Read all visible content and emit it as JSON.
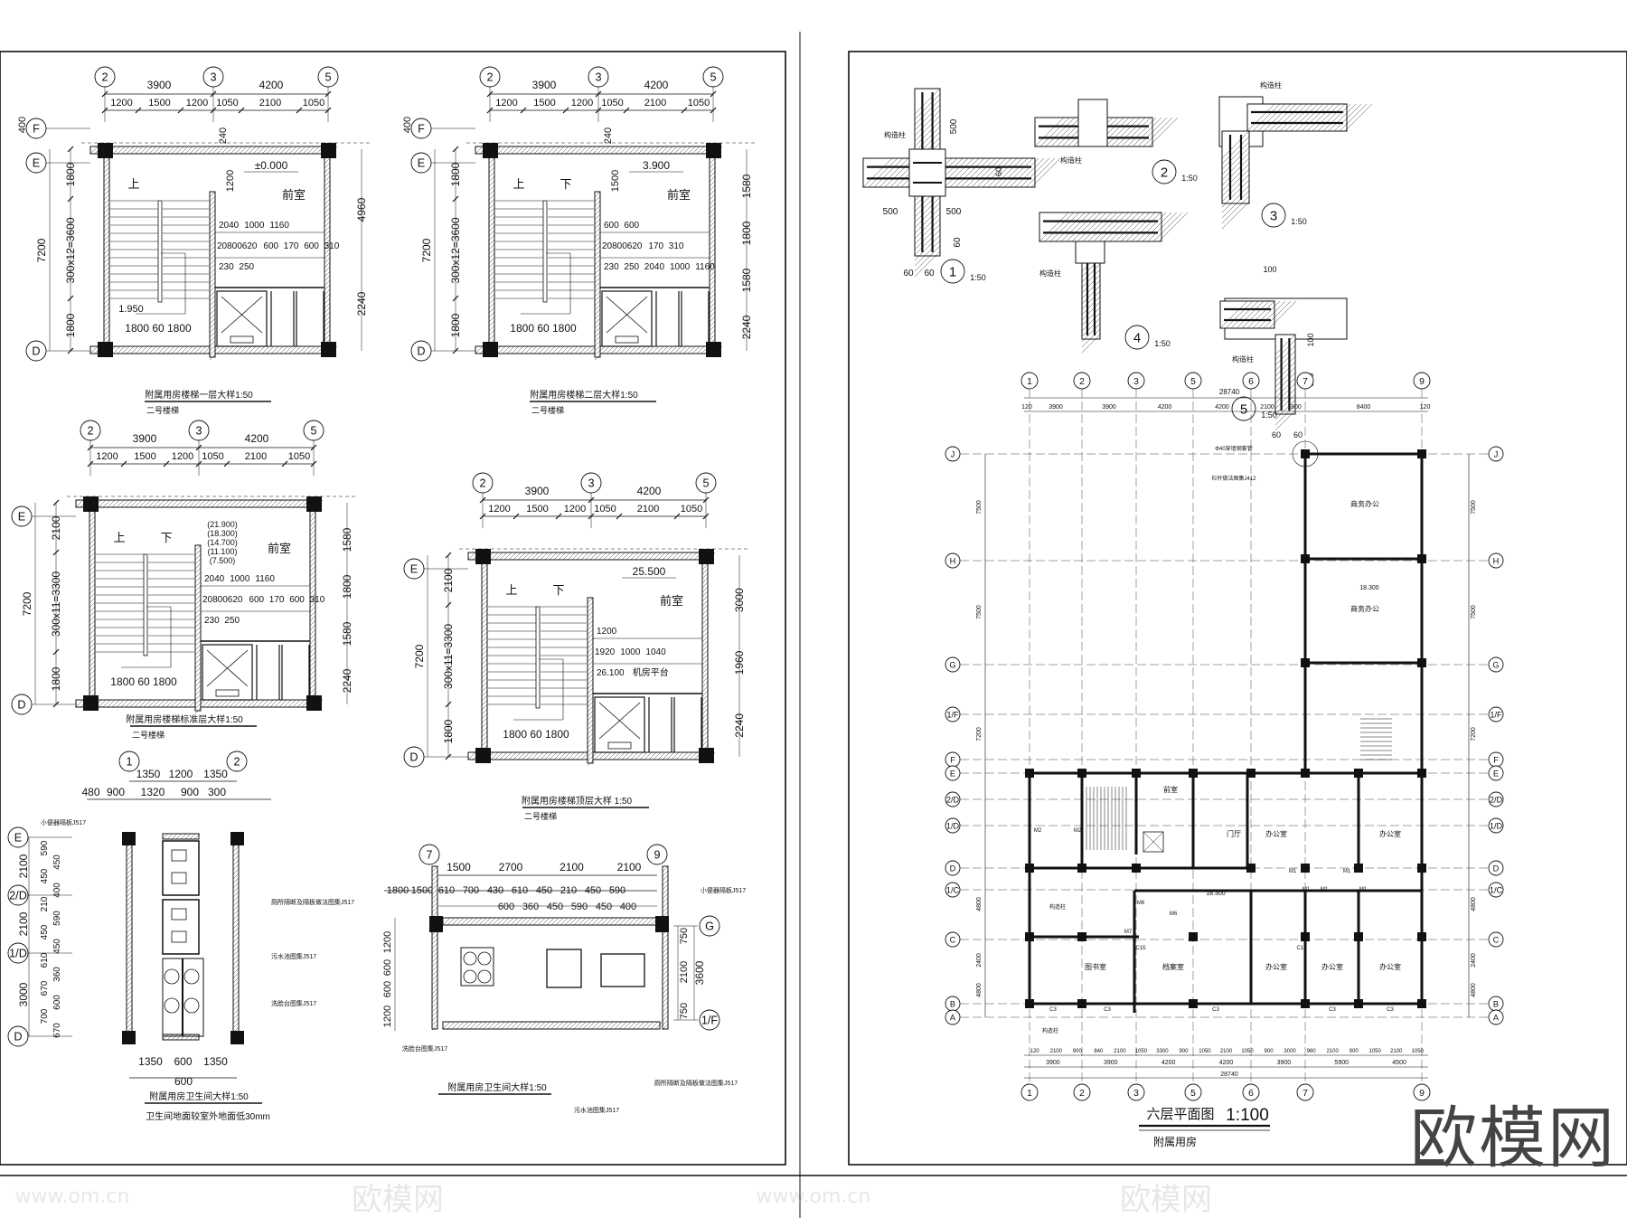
{
  "watermark": {
    "text": "欧模网",
    "url_text": "www.om.cn",
    "big_text": "欧模网"
  },
  "stair_panels": [
    {
      "grid": [
        "2",
        "3",
        "5"
      ],
      "rows": [
        "F",
        "E",
        "D"
      ],
      "top_dims": [
        "3900",
        "4200"
      ],
      "sub_dims": [
        "1200",
        "1500",
        "1200",
        "1050",
        "2100",
        "1050"
      ],
      "left_total": "7200",
      "left_dims": [
        "1800",
        "300x12=3600",
        "1800"
      ],
      "right_dims": [
        "4960",
        "2240"
      ],
      "inner_row1": [
        "2040",
        "1000",
        "1160"
      ],
      "inner_row2": [
        "20800620",
        "600",
        "170",
        "600",
        "310"
      ],
      "inner_row3": [
        "230",
        "250"
      ],
      "bottom_dims": "1800  60  1800",
      "room": "前室",
      "up": "上",
      "down": "",
      "level": "±0.000",
      "landing": "1.950",
      "extra": [
        "400",
        "240",
        "1200"
      ],
      "caption": "附属用房楼梯一层大样1:50",
      "subcaption": "二号楼梯"
    },
    {
      "grid": [
        "2",
        "3",
        "5"
      ],
      "rows": [
        "F",
        "E",
        "D"
      ],
      "top_dims": [
        "3900",
        "4200"
      ],
      "sub_dims": [
        "1200",
        "1500",
        "1200",
        "1050",
        "2100",
        "1050"
      ],
      "left_total": "7200",
      "left_dims": [
        "1800",
        "300x12=3600",
        "1800"
      ],
      "right_dims": [
        "1580",
        "1800",
        "1580",
        "2240"
      ],
      "inner_row1": [
        "600",
        "600"
      ],
      "inner_row2": [
        "20800620",
        "170",
        "310"
      ],
      "inner_row3": [
        "230",
        "250",
        "2040",
        "1000",
        "1160"
      ],
      "bottom_dims": "1800  60  1800",
      "room": "前室",
      "up": "上",
      "down": "下",
      "level": "3.900",
      "landing": "",
      "extra": [
        "400",
        "240",
        "1500"
      ],
      "caption": "附属用房楼梯二层大样1:50",
      "subcaption": "二号楼梯"
    },
    {
      "grid": [
        "2",
        "3",
        "5"
      ],
      "rows": [
        "E",
        "D"
      ],
      "top_dims": [
        "3900",
        "4200"
      ],
      "sub_dims": [
        "1200",
        "1500",
        "1200",
        "1050",
        "2100",
        "1050"
      ],
      "left_total": "7200",
      "left_dims": [
        "2100",
        "300x11=3300",
        "1800"
      ],
      "right_dims": [
        "1580",
        "1800",
        "1580",
        "2240"
      ],
      "inner_row1": [
        "2040",
        "1000",
        "1160"
      ],
      "inner_row2": [
        "20800620",
        "600",
        "170",
        "600",
        "310"
      ],
      "inner_row3": [
        "230",
        "250"
      ],
      "bottom_dims": "1800  60  1800",
      "room": "前室",
      "up": "上",
      "down": "下",
      "level": "(21.900) (18.300) (14.700) (11.100) (7.500)",
      "landing": "",
      "extra": [],
      "caption": "附属用房楼梯标准层大样1:50",
      "subcaption": "二号楼梯"
    },
    {
      "grid": [
        "2",
        "3",
        "5"
      ],
      "rows": [
        "E",
        "D"
      ],
      "top_dims": [
        "3900",
        "4200"
      ],
      "sub_dims": [
        "1200",
        "1500",
        "1200",
        "1050",
        "2100",
        "1050"
      ],
      "left_total": "7200",
      "left_dims": [
        "2100",
        "300x11=3300",
        "1800"
      ],
      "right_dims": [
        "3000",
        "1960",
        "2240"
      ],
      "inner_row1": [
        "1200"
      ],
      "inner_row2": [
        "1920",
        "1000",
        "1040"
      ],
      "inner_row3": [
        "26.100",
        "机房平台"
      ],
      "bottom_dims": "1800  60  1800",
      "room": "前室",
      "up": "上",
      "down": "下",
      "level": "25.500",
      "landing": "",
      "extra": [],
      "caption": "附属用房楼梯顶层大样 1:50",
      "subcaption": "二号楼梯"
    }
  ],
  "toilet_a": {
    "grid": [
      "1",
      "2"
    ],
    "rows": [
      "E",
      "2/D",
      "1/D",
      "D"
    ],
    "top_dims": [
      "1350",
      "1200",
      "1350"
    ],
    "sub_dims": [
      "480",
      "900",
      "1320",
      "900",
      "300"
    ],
    "left_dims": [
      "2100",
      "2100",
      "3000"
    ],
    "left_sub": [
      "590",
      "450",
      "450",
      "400",
      "210",
      "590",
      "450",
      "450",
      "610",
      "360",
      "670",
      "600",
      "700",
      "670"
    ],
    "bottom_dims": [
      "1350",
      "600",
      "1350"
    ],
    "bottom_sub": "600",
    "notes": [
      "小便器隔板J517",
      "厕所隔断及隔板做法图集J517",
      "污水池图集J517",
      "洗脸台图集J517"
    ],
    "caption": "附属用房卫生间大样1:50",
    "subcaption": "卫生间地面较室外地面低30mm"
  },
  "toilet_b": {
    "grid": [
      "7",
      "9"
    ],
    "rows": [
      "G",
      "1/F"
    ],
    "top_dims": [
      "1500",
      "2700",
      "2100",
      "2100"
    ],
    "sub_dims": [
      "1800",
      "1500",
      "610",
      "700",
      "430",
      "610",
      "450",
      "210",
      "450",
      "590"
    ],
    "sub_dims2": [
      "600",
      "360",
      "450",
      "590",
      "450",
      "400"
    ],
    "right_dims": [
      "750",
      "2100",
      "750"
    ],
    "right_total": "3600",
    "left_dims": [
      "1200",
      "600",
      "600",
      "1200"
    ],
    "notes": [
      "小便器隔板J517",
      "洗脸台图集J517",
      "厕所隔断及隔板做法图集J517",
      "污水池图集J517"
    ],
    "caption": "附属用房卫生间大样1:50"
  },
  "details": [
    {
      "num": "1",
      "scale": "1:50",
      "label": "构造柱",
      "dims": [
        "500",
        "500",
        "500",
        "60",
        "60",
        "60",
        "60"
      ]
    },
    {
      "num": "2",
      "scale": "1:50",
      "label": "构造柱",
      "dims": []
    },
    {
      "num": "3",
      "scale": "1:50",
      "label": "构造柱",
      "dims": []
    },
    {
      "num": "4",
      "scale": "1:50",
      "label": "构造柱",
      "dims": []
    },
    {
      "num": "5",
      "scale": "1:50",
      "label": "构造柱",
      "dims": [
        "100",
        "100",
        "500",
        "60",
        "60"
      ]
    }
  ],
  "floor_plan": {
    "title": "六层平面图",
    "scale": "1:100",
    "subtitle": "附属用房",
    "col_grid": [
      "1",
      "2",
      "3",
      "5",
      "6",
      "7",
      "9"
    ],
    "row_grid": [
      "J",
      "H",
      "G",
      "1/F",
      "F",
      "E",
      "2/D",
      "1/D",
      "D",
      "1/C",
      "C",
      "B",
      "A"
    ],
    "overall": "28740",
    "top_dims": [
      "120",
      "3900",
      "3900",
      "4200",
      "4200",
      "2100",
      "1800",
      "8400",
      "120"
    ],
    "bottom_dims": [
      "3900",
      "3900",
      "4200",
      "4200",
      "3900",
      "5900",
      "4500"
    ],
    "bottom_sub": [
      "120",
      "2100",
      "900",
      "840",
      "2100",
      "1050",
      "3300",
      "900",
      "1050",
      "2100",
      "1050",
      "900",
      "3000",
      "960",
      "2100",
      "900",
      "1050",
      "2100",
      "1050"
    ],
    "right_dims": [
      "7500",
      "7500",
      "7200",
      "4800",
      "2400",
      "4800"
    ],
    "rooms": [
      {
        "name": "商务办公"
      },
      {
        "name": "商务办公"
      },
      {
        "name": "前室"
      },
      {
        "name": "门厅"
      },
      {
        "name": "办公室"
      },
      {
        "name": "办公室"
      },
      {
        "name": "图书室"
      },
      {
        "name": "档案室"
      },
      {
        "name": "办公室"
      },
      {
        "name": "办公室"
      },
      {
        "name": "办公室"
      }
    ],
    "levels": [
      "18.300",
      "18.300"
    ],
    "door_tags": [
      "M1",
      "M1",
      "M1",
      "M1",
      "M1",
      "M2",
      "M2",
      "M6",
      "M6",
      "M7"
    ],
    "window_tags": [
      "C3",
      "C3",
      "C3",
      "C3",
      "C3",
      "C15",
      "C15"
    ],
    "notes": [
      "构造柱",
      "构造柱",
      "Φ40穿墙钢套管",
      "栏杆做法图集J412"
    ]
  }
}
